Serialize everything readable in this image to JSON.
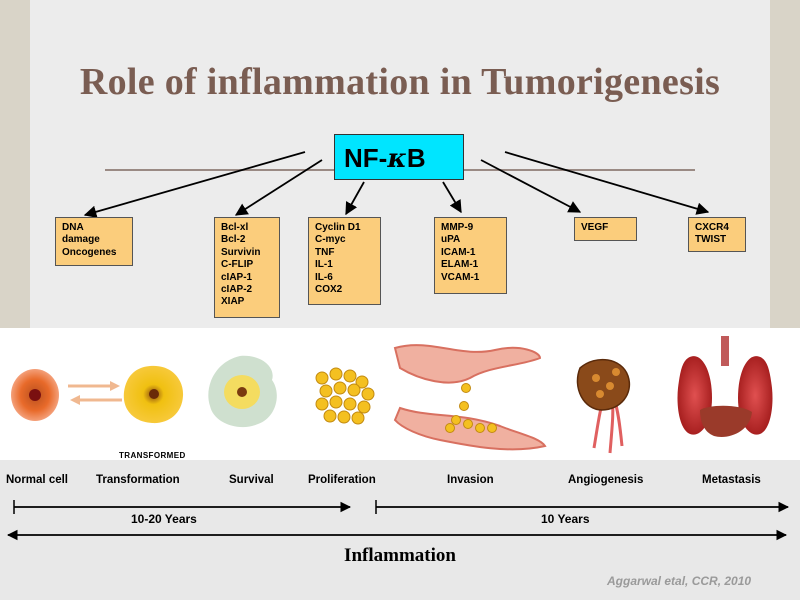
{
  "title": "Role of inflammation in Tumorigenesis",
  "hub": {
    "prefix": "NF-",
    "kappa": "κ",
    "suffix": "B"
  },
  "targets": [
    {
      "items": [
        "DNA",
        "damage",
        "Oncogenes"
      ]
    },
    {
      "items": [
        "Bcl-xl",
        "Bcl-2",
        "Survivin",
        "C-FLIP",
        "cIAP-1",
        "cIAP-2",
        "XIAP"
      ]
    },
    {
      "items": [
        "Cyclin D1",
        "C-myc",
        "TNF",
        "IL-1",
        "IL-6",
        "COX2"
      ]
    },
    {
      "items": [
        "MMP-9",
        "uPA",
        "ICAM-1",
        "ELAM-1",
        "VCAM-1"
      ]
    },
    {
      "items": [
        "VEGF"
      ]
    },
    {
      "items": [
        "CXCR4",
        "TWIST"
      ]
    }
  ],
  "transformed_label": "TRANSFORMED",
  "stages": [
    "Normal cell",
    "Transformation",
    "Survival",
    "Proliferation",
    "Invasion",
    "Angiogenesis",
    "Metastasis"
  ],
  "timeline": {
    "early": "10-20 Years",
    "late": "10 Years"
  },
  "inflammation_label": "Inflammation",
  "citation": "Aggarwal etal, CCR, 2010",
  "colors": {
    "hub": "#00e5ff",
    "box": "#fbcd7c",
    "title": "#7a5d52"
  }
}
